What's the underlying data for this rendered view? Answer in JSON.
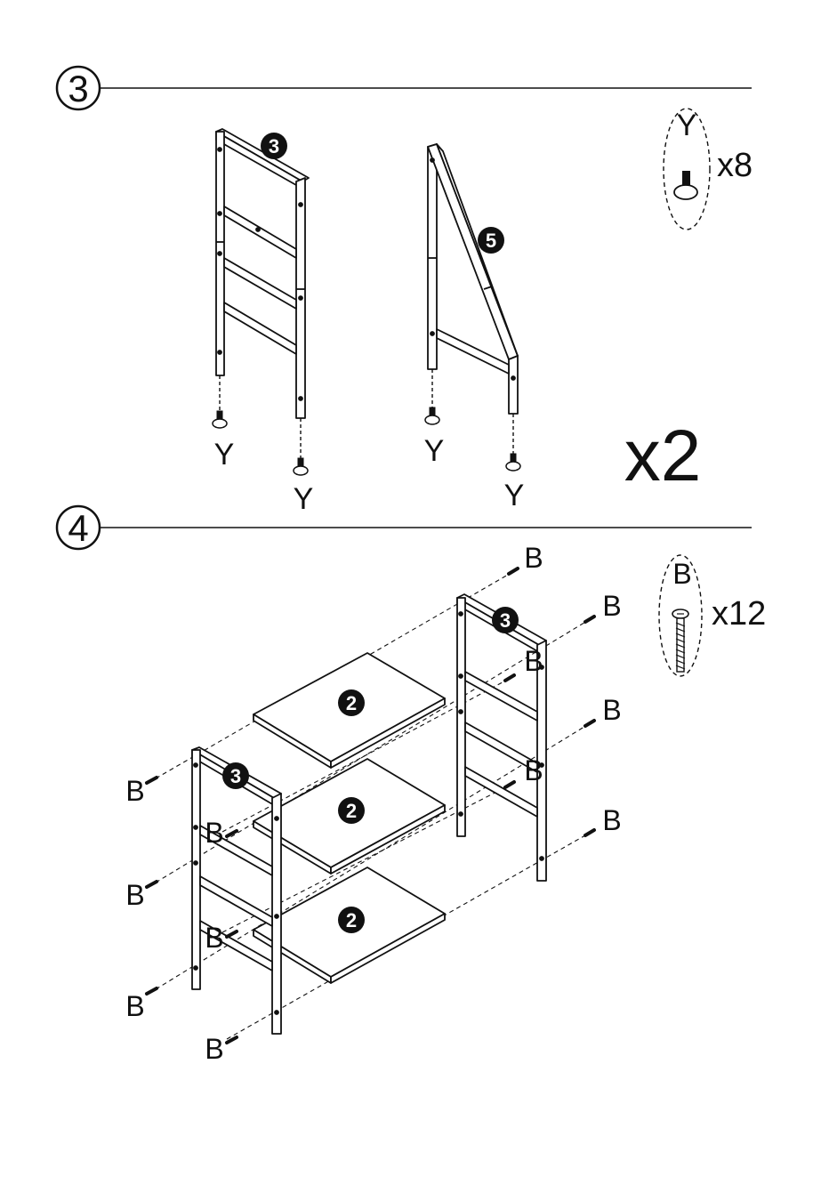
{
  "steps": [
    {
      "number": "3"
    },
    {
      "number": "4"
    }
  ],
  "step3": {
    "part_left": "3",
    "part_right": "5",
    "feet_labels": [
      "Y",
      "Y",
      "Y",
      "Y"
    ],
    "hardware_letter": "Y",
    "hardware_qty": "x8",
    "multiplier": "x2"
  },
  "step4": {
    "part_right_frame": "3",
    "part_left_frame": "3",
    "shelves": [
      "2",
      "2",
      "2"
    ],
    "hardware_letter": "B",
    "hardware_qty": "x12",
    "screw_labels": [
      "B",
      "B",
      "B",
      "B",
      "B",
      "B",
      "B",
      "B",
      "B",
      "B",
      "B",
      "B"
    ]
  }
}
